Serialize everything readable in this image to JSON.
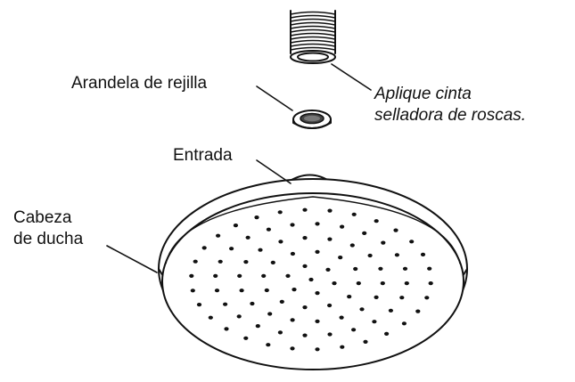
{
  "labels": {
    "washer": "Arandela de rejilla",
    "tape_line1": "Aplique cinta",
    "tape_line2": "selladora de roscas.",
    "inlet": "Entrada",
    "head_line1": "Cabeza",
    "head_line2": "de ducha"
  },
  "colors": {
    "stroke": "#111111",
    "background": "#ffffff"
  }
}
